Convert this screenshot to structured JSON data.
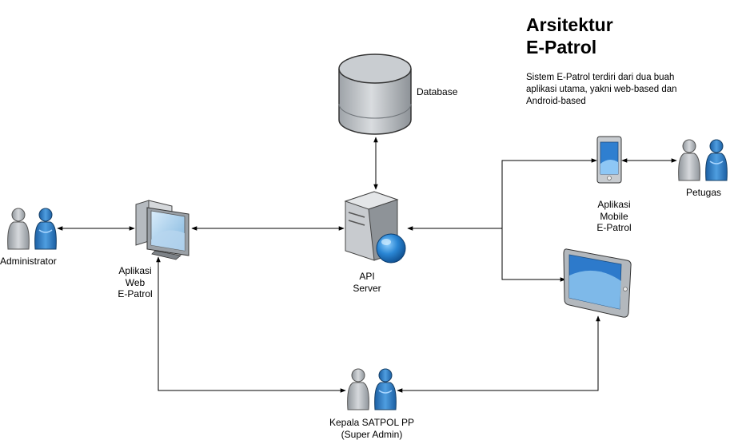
{
  "title": {
    "line1": "Arsitektur",
    "line2": "E-Patrol"
  },
  "description": "Sistem E-Patrol terdiri dari dua buah aplikasi utama, yakni web-based dan Android-based",
  "nodes": {
    "database": {
      "label": "Database",
      "icon": "database-cylinder-icon"
    },
    "api_server": {
      "line1": "API",
      "line2": "Server",
      "icon": "server-icon"
    },
    "web_app": {
      "line1": "Aplikasi",
      "line2": "Web",
      "line3": "E-Patrol",
      "icon": "desktop-computer-icon"
    },
    "administrator": {
      "label": "Administrator",
      "icon": "users-icon"
    },
    "mobile_app": {
      "line1": "Aplikasi",
      "line2": "Mobile",
      "line3": "E-Patrol",
      "icon": "smartphone-icon"
    },
    "tablet": {
      "icon": "tablet-icon"
    },
    "petugas": {
      "label": "Petugas",
      "icon": "users-icon"
    },
    "kepala": {
      "line1": "Kepala SATPOL PP",
      "line2": "(Super Admin)",
      "icon": "users-icon"
    }
  },
  "colors": {
    "accent_blue": "#1f6db5",
    "light_blue": "#6fb2e6",
    "gray": "#b9bec4",
    "dark_gray": "#5d6165",
    "line": "#000000"
  }
}
